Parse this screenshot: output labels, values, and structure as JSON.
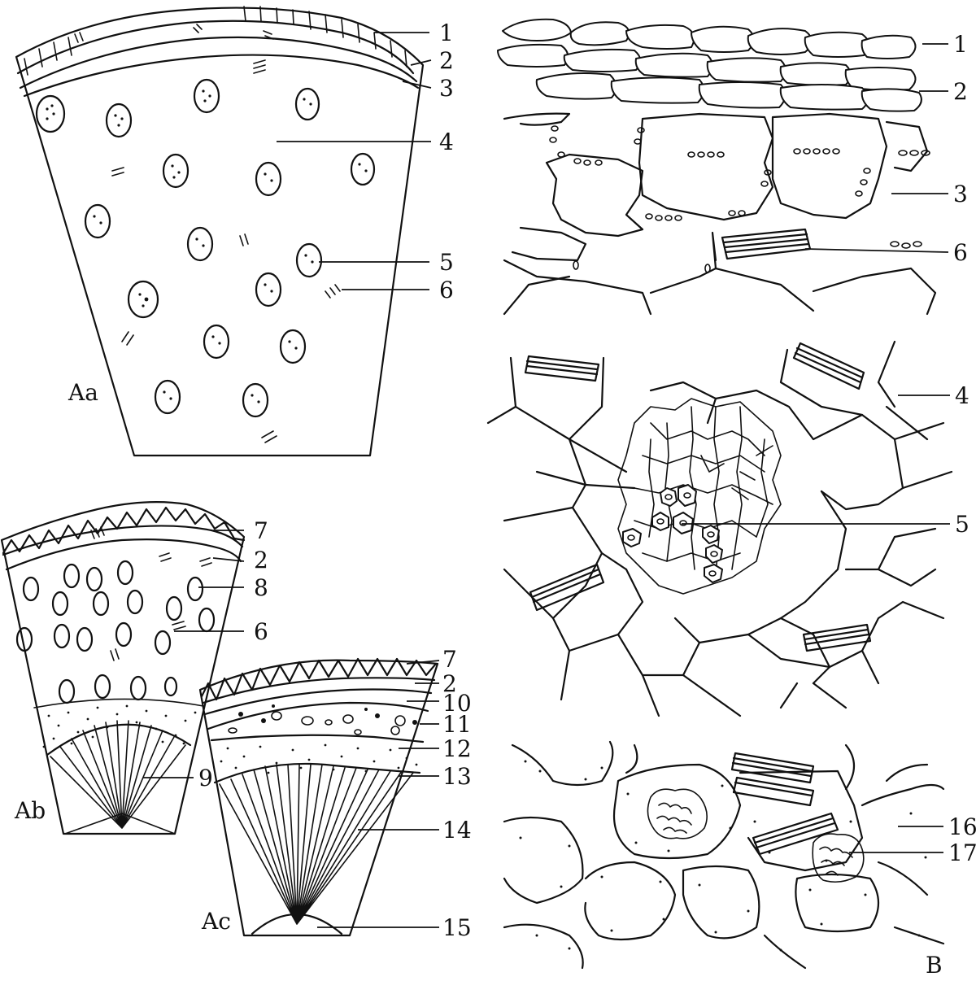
{
  "panels": {
    "Aa": {
      "label": "Aa",
      "callouts": [
        "1",
        "2",
        "3",
        "4",
        "5",
        "6"
      ]
    },
    "Ab": {
      "label": "Ab",
      "callouts": [
        "7",
        "2",
        "8",
        "6",
        "9"
      ]
    },
    "Ac": {
      "label": "Ac",
      "callouts": [
        "7",
        "2",
        "10",
        "11",
        "12",
        "13",
        "14",
        "15"
      ]
    },
    "B": {
      "label": "B",
      "callouts_top": [
        "1",
        "2",
        "3",
        "6"
      ],
      "callouts_middle": [
        "4",
        "5"
      ],
      "callouts_bottom": [
        "16",
        "17"
      ]
    }
  }
}
